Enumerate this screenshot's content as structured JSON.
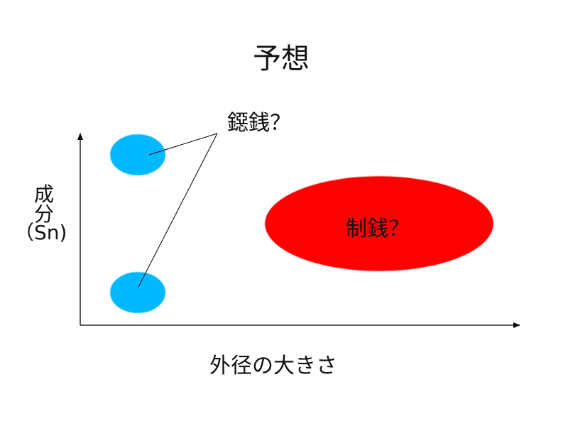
{
  "title": "予想",
  "labels": {
    "blue_group": "鐚銭？",
    "red_group": "制銭？",
    "y_axis": [
      "成",
      "分",
      "（Sn)"
    ],
    "x_axis": "外径の大きさ"
  },
  "colors": {
    "blue": "#00b8ff",
    "red": "#ff0000",
    "axis": "#000000"
  }
}
